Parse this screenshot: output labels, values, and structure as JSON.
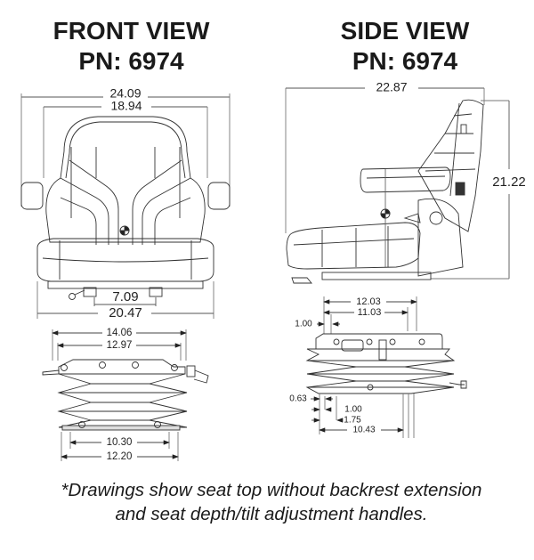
{
  "front_view": {
    "title": "FRONT VIEW",
    "part_number": "PN: 6974",
    "dimensions": {
      "overall_width": "24.09",
      "backrest_width": "18.94",
      "mount_spacing": "7.09",
      "seat_width": "20.47"
    }
  },
  "side_view": {
    "title": "SIDE VIEW",
    "part_number": "PN: 6974",
    "dimensions": {
      "overall_depth": "22.87",
      "overall_height": "21.22"
    }
  },
  "front_suspension": {
    "dimensions": {
      "top_outer": "14.06",
      "top_inner": "12.97",
      "base_inner": "10.30",
      "base_outer": "12.20"
    }
  },
  "side_suspension": {
    "dimensions": {
      "top_outer": "12.03",
      "top_inner": "11.03",
      "top_offset": "1.00",
      "bottom_offset_a": "0.63",
      "bottom_offset_b": "1.00",
      "bottom_offset_c": "1.75",
      "base_length": "10.43"
    }
  },
  "footnote": {
    "line1": "*Drawings show seat top without backrest extension",
    "line2": "and seat depth/tilt adjustment handles."
  }
}
